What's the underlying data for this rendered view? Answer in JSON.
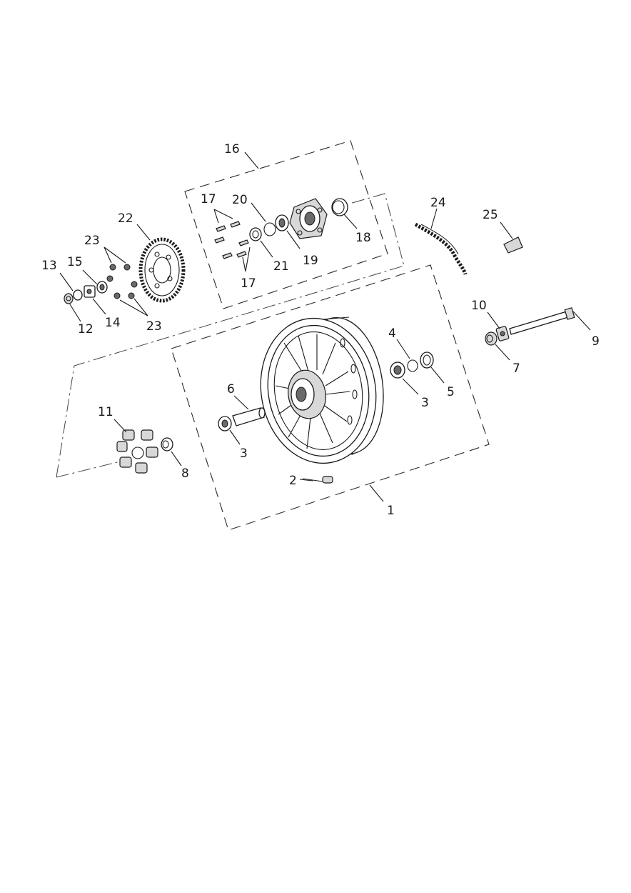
{
  "callouts": {
    "c1": "1",
    "c2": "2",
    "c3a": "3",
    "c3b": "3",
    "c4": "4",
    "c5": "5",
    "c6": "6",
    "c7": "7",
    "c8": "8",
    "c9": "9",
    "c10": "10",
    "c11": "11",
    "c12": "12",
    "c13": "13",
    "c14": "14",
    "c15": "15",
    "c16": "16",
    "c17a": "17",
    "c17b": "17",
    "c18": "18",
    "c19": "19",
    "c20": "20",
    "c21": "21",
    "c22": "22",
    "c23a": "23",
    "c23b": "23",
    "c24": "24",
    "c25": "25"
  },
  "colors": {
    "line": "#1a1a1a",
    "fill": "#ffffff",
    "shade": "#d8d8d8"
  }
}
